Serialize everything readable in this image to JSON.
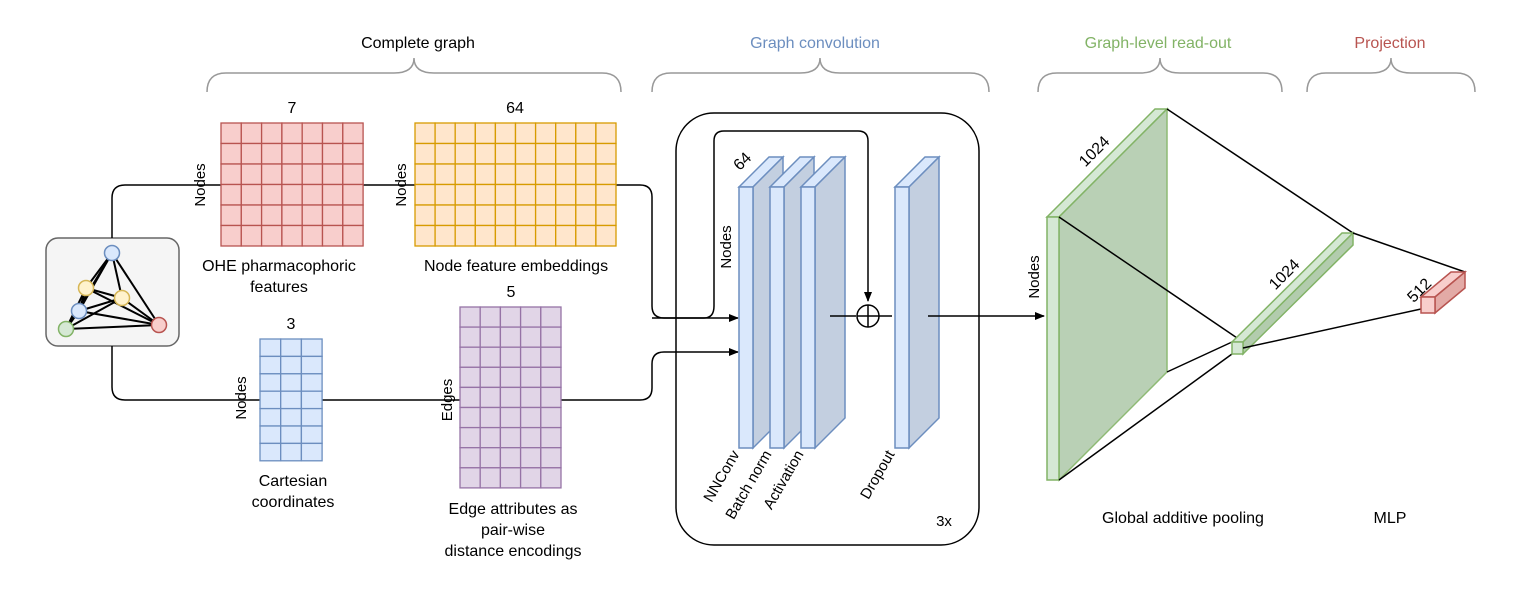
{
  "headings": {
    "complete_graph": "Complete graph",
    "graph_convolution": "Graph convolution",
    "readout": "Graph-level read-out",
    "projection": "Projection"
  },
  "colors": {
    "heading_black": "#000000",
    "heading_blue": "#6c8ebf",
    "heading_green": "#82b366",
    "heading_red": "#b85450",
    "red_fill": "#f8cecc",
    "red_stroke": "#b85450",
    "orange_fill": "#ffe6cc",
    "orange_stroke": "#d79b00",
    "blue_fill": "#dae8fc",
    "blue_stroke": "#6c8ebf",
    "purple_fill": "#e1d5e7",
    "purple_stroke": "#9673a6",
    "green_fill": "#d5e8d4",
    "green_stroke": "#82b366",
    "yellow_fill": "#fff2cc",
    "yellow_stroke": "#d6b656"
  },
  "matrices": {
    "ohe": {
      "dim": "7",
      "axis": "Nodes",
      "caption_1": "OHE pharmacophoric",
      "caption_2": "features"
    },
    "node_emb": {
      "dim": "64",
      "axis": "Nodes",
      "caption": "Node feature embeddings"
    },
    "coords": {
      "dim": "3",
      "axis": "Nodes",
      "caption_1": "Cartesian",
      "caption_2": "coordinates"
    },
    "edges": {
      "dim": "5",
      "axis": "Edges",
      "caption_1": "Edge attributes as",
      "caption_2": "pair-wise",
      "caption_3": "distance encodings"
    }
  },
  "conv": {
    "dim": "64",
    "axis": "Nodes",
    "layers": [
      "NNConv",
      "Batch norm",
      "Activation",
      "Dropout"
    ],
    "repeat": "3x"
  },
  "readout": {
    "dim_big": "1024",
    "axis": "Nodes",
    "dim_pooled": "1024",
    "caption": "Global additive pooling"
  },
  "projection": {
    "dim": "512",
    "caption": "MLP"
  }
}
